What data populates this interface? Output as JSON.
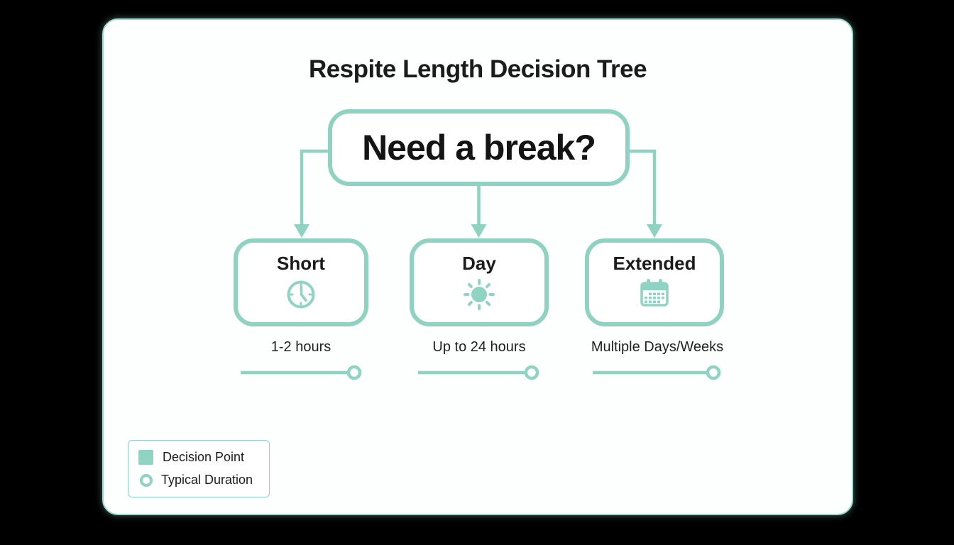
{
  "colors": {
    "background": "#000000",
    "card_background": "#fdfefe",
    "accent_teal": "#8fd2c1",
    "accent_fill": "#8fd4c2",
    "text_dark": "#1b1b1b"
  },
  "title": "Respite Length Decision Tree",
  "root": {
    "label": "Need a break?"
  },
  "branches": [
    {
      "label": "Short",
      "icon": "clock-icon",
      "duration": "1-2 hours"
    },
    {
      "label": "Day",
      "icon": "sun-icon",
      "duration": "Up to 24 hours"
    },
    {
      "label": "Extended",
      "icon": "calendar-icon",
      "duration": "Multiple Days/Weeks"
    }
  ],
  "legend": {
    "items": [
      {
        "swatch": "square",
        "label": "Decision Point"
      },
      {
        "swatch": "ring",
        "label": "Typical Duration"
      }
    ]
  }
}
